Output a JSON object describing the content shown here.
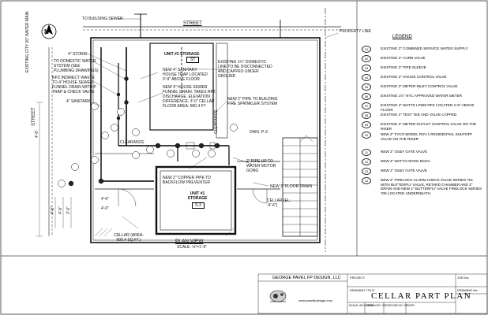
{
  "labels": {
    "to_building_sewer": "TO BUILDING SEWER",
    "street_top": "STREET",
    "property_line": "PROPERTY LINE",
    "street_left": "STREET",
    "existing_main": "EXISTING CITY 20\" WATER MAIN",
    "four_storm": "4\" STORM",
    "to_domestic": "TO DOMESTIC WATER SYSTEM (SEE PLUMBING DRAWINGS)",
    "rpz_indirect": "RPZ INDIRECT WASTE TO 4\" HOUSE SEWER FUNNEL DRAIN WITH P TRAP & CHECK VALVE",
    "four_sanitary_left": "4\" SANITARY",
    "unit2": "UNIT #2 STORAGE",
    "unit2_tag": "ST",
    "new4_sanitary": "NEW 4\" SANITARY HOUSE TRAP LOCATED 0'-9\" ABOVE FLOOR",
    "new4_house": "NEW 4\" HOUSE SEWER FUNNEL DRAIN. TAKES RPZ DISCHARGE. ELEVATION DIFFERENCE: 3'-0\" CELLAR FLOOR AREA: 900.4 FT",
    "existing_domestic": "EXISTING 1½\" DOMESTIC LINE TO BE DISCONNECTED AND CAPPED UNDER GROUND",
    "new2_building": "NEW 2\" PIPE TO BUILDING FIRE SPRINKLER SYSTEM",
    "clearance_v": "CLEARANCE",
    "dwg": "DWG. P-3",
    "clearance_h": "CLEARANCE",
    "pipe_up": "2\" PIPE UP TO WATER MOTOR GONG",
    "new2_copper": "NEW 2\" COPPER PIPE TO BACKFLOW PREVENTER",
    "unit1": "UNIT #1 STORAGE",
    "unit1_tag": "S-3",
    "new3_floor": "NEW 3\" FLOOR DRAIN",
    "cellar_el": "CELLAR (EL: -9'-6\")",
    "cellar_area": "CELLAR (AREA: 900.4 SQ.FT.)",
    "plan_view": "PLAN VIEW",
    "scale": "SCALE: ⅛\"=1'-0\"",
    "dim1": "4'-6\"",
    "dim2": "4'-0\"",
    "dim3": "4'-0\"",
    "dim4": "3'-0\"",
    "dim5": "4'-6\"",
    "dim6": "4'-0\"",
    "north": "N"
  },
  "legend": {
    "title": "LEGEND",
    "items": [
      {
        "num": "01",
        "text": "EXISTING 2\" COMBINED SERVICE WATER SUPPLY"
      },
      {
        "num": "02",
        "text": "EXISTING 2\" CURB VALVE"
      },
      {
        "num": "03",
        "text": "EXISTING 2\" PIPE SLEEVE"
      },
      {
        "num": "04",
        "text": "EXISTING 2\" HOUSE CONTROL VALVE"
      },
      {
        "num": "05",
        "text": "EXISTING 2\" METER INLET CONTROL VALVE"
      },
      {
        "num": "06",
        "text": "EXISTING 1½\" NYC APPROVED WATER METER"
      },
      {
        "num": "07",
        "text": "EXISTING 2\" WATTS LF909 RPZ LOCATED 4'-6\" ABOVE FLOOR"
      },
      {
        "num": "08",
        "text": "EXISTING 2\" TEST TEE AND VALVE CAPPED"
      },
      {
        "num": "09",
        "text": "EXISTING 2\" METER OUTLET CONTROL VALVE ON THE RISER"
      },
      {
        "num": "10",
        "text": "NEW 2\" TYCO MODEL RSV-1 RESIDENTIAL SHUTOFF VALVE ON THE RISER"
      },
      {
        "num": "11",
        "text": "NEW 2\" OS&Y GATE VALVE"
      },
      {
        "num": "12",
        "text": "NEW 2\" WATTS 007M1 DCDA"
      },
      {
        "num": "13",
        "text": "NEW 2\" OS&Y GATE VALVE"
      },
      {
        "num": "14",
        "text": "NEW 2\" FIRELOCK ALARM CHECK VALVE SERIES 751 WITH BUTTERFLY VALVE, RETARD CHAMBER AND 2\" DRAIN AND NEW 2\" BUTTERFLY VALVE FIRELOCK SERIES 705 LOCATED UNDERNEATH"
      }
    ]
  },
  "title_block": {
    "company": "GEORGE PAVEL FP DESIGN, LLC",
    "website": "www.pavelfpdesign.com",
    "project_label": "PROJECT:",
    "drawing_title_label": "DRAWING TITLE:",
    "drawing_title": "CELLAR PART PLAN",
    "scale_label": "SCALE: AS NOTED",
    "drawn_by": "DRAWN BY: GP",
    "checked_by": "CHECKED BY: GP",
    "date": "DATE:",
    "job_no": "JOB No:",
    "drawing_no": "DRAWING No:"
  }
}
